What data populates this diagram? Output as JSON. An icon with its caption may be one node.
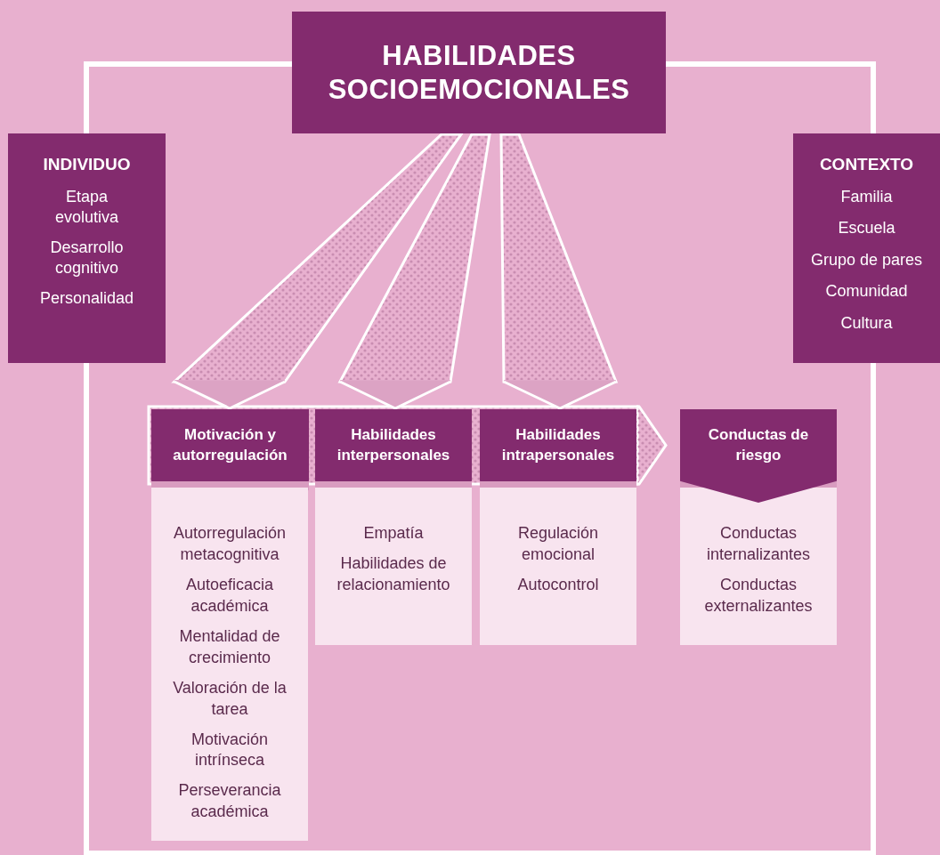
{
  "diagram": {
    "nodes": [
      {
        "text": [
          "HABILIDADES SOCIOEMOCIONALES"
        ]
      },
      {
        "text": [
          "INDIVIDUO",
          "Etapa evolutiva",
          "Desarrollo cognitivo",
          "Personalidad"
        ]
      },
      {
        "text": [
          "CONTEXTO",
          "Familia",
          "Escuela",
          "Grupo de pares",
          "Comunidad",
          "Cultura"
        ]
      },
      {
        "text": [
          "Motivación y autorregulación"
        ]
      },
      {
        "text": [
          "Habilidades interpersonales"
        ]
      },
      {
        "text": [
          "Habilidades intrapersonales"
        ]
      },
      {
        "text": [
          "Conductas de riesgo"
        ]
      },
      {
        "text": [
          "Autorregulación metacognitiva",
          "Autoeficacia académica",
          "Mentalidad de crecimiento",
          "Valoración de la tarea",
          "Motivación intrínseca",
          "Perseverancia académica"
        ]
      },
      {
        "text": [
          "Empatía",
          "Habilidades de relacionamiento"
        ]
      },
      {
        "text": [
          "Regulación emocional",
          "Autocontrol"
        ]
      },
      {
        "text": [
          "Conductas internalizantes",
          "Conductas externalizantes"
        ]
      }
    ],
    "edges": [
      {
        "from": 0,
        "to": 3,
        "arrow": "to"
      },
      {
        "from": 0,
        "to": 4,
        "arrow": "to"
      },
      {
        "from": 0,
        "to": 5,
        "arrow": "to"
      },
      {
        "from": 5,
        "to": 6,
        "arrow": "to"
      }
    ]
  }
}
